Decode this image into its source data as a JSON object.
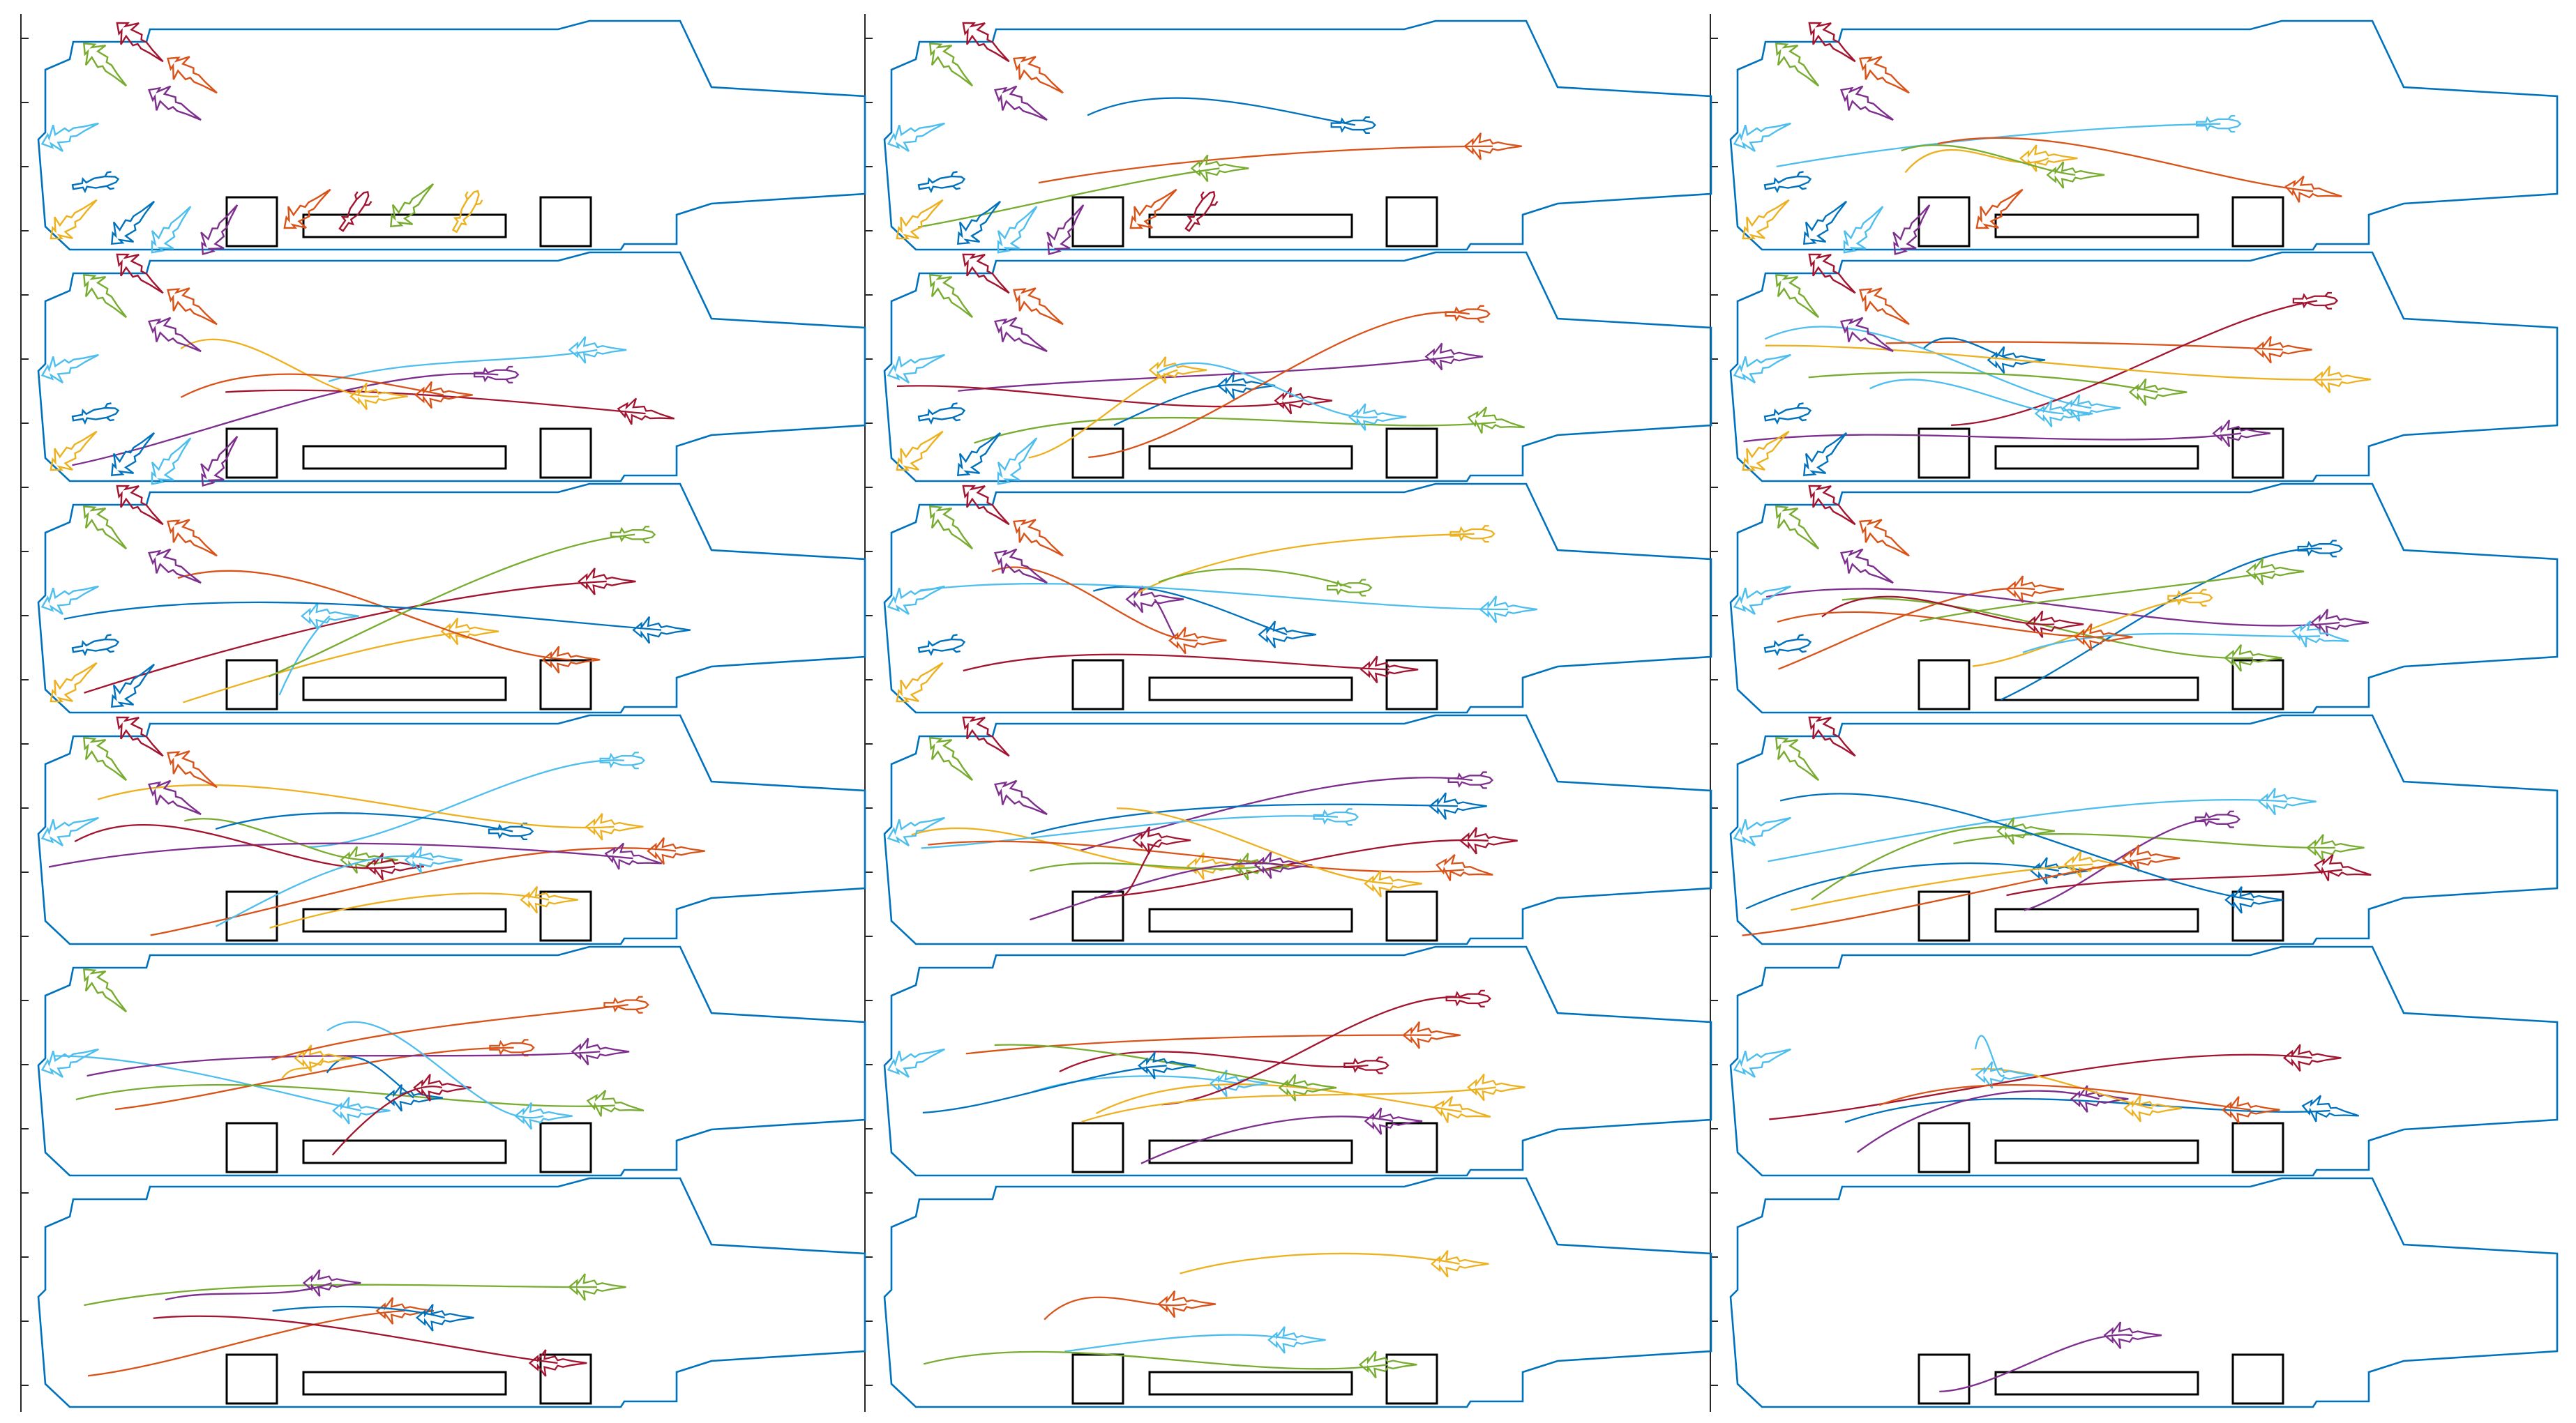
{
  "figure": {
    "description_layout": "grid",
    "rows": 6,
    "columns": 3
  },
  "palette": {
    "blue": "#0072BD",
    "orange": "#D95319",
    "yellow": "#EDB120",
    "purple": "#7E2F8E",
    "green": "#77AC30",
    "cyan": "#4DBEEE",
    "crimson": "#A2142F",
    "outline": "#0072BD",
    "hangar": "#000000"
  },
  "icons": {
    "jet": "fighter-aircraft-icon",
    "heli": "helicopter-icon"
  },
  "panels": [
    {
      "parked": 14,
      "trajectories": 0
    },
    {
      "parked": 12,
      "trajectories": 3
    },
    {
      "parked": 11,
      "trajectories": 4
    },
    {
      "parked": 10,
      "trajectories": 5
    },
    {
      "parked": 9,
      "trajectories": 7
    },
    {
      "parked": 8,
      "trajectories": 8
    },
    {
      "parked": 8,
      "trajectories": 6
    },
    {
      "parked": 7,
      "trajectories": 7
    },
    {
      "parked": 6,
      "trajectories": 9
    },
    {
      "parked": 5,
      "trajectories": 9
    },
    {
      "parked": 4,
      "trajectories": 10
    },
    {
      "parked": 3,
      "trajectories": 9
    },
    {
      "parked": 2,
      "trajectories": 9
    },
    {
      "parked": 1,
      "trajectories": 9
    },
    {
      "parked": 1,
      "trajectories": 6
    },
    {
      "parked": 0,
      "trajectories": 5
    },
    {
      "parked": 0,
      "trajectories": 4
    },
    {
      "parked": 0,
      "trajectories": 1
    }
  ]
}
